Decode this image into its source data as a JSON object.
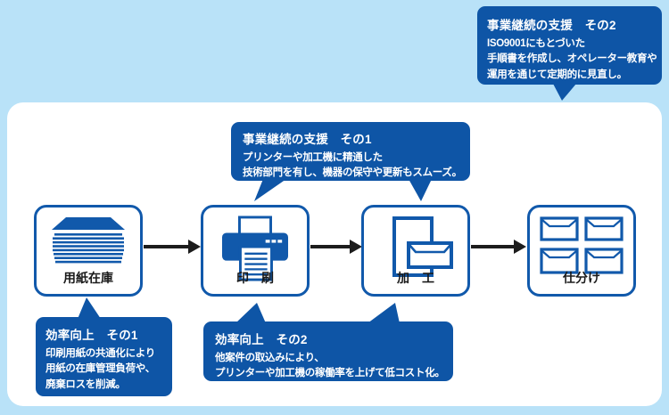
{
  "palette": {
    "bg": "#b9e2f8",
    "panel": "#ffffff",
    "blue": "#0e55a6",
    "icon-blue": "#1159ab",
    "arrow": "#1c1c1c",
    "text-dark": "#1a1a1a",
    "text-light": "#ffffff"
  },
  "callouts": {
    "continuity2": {
      "title": "事業継続の支援　その2",
      "lines": [
        "ISO9001にもとづいた",
        "手順書を作成し、オペレーター教育や",
        "運用を通じて定期的に見直し。"
      ]
    },
    "continuity1": {
      "title": "事業継続の支援　その1",
      "lines": [
        "プリンターや加工機に精通した",
        "技術部門を有し、機器の保守や更新もスムーズ。"
      ]
    },
    "efficiency1": {
      "title": "効率向上　その1",
      "lines": [
        "印刷用紙の共通化により",
        "用紙の在庫管理負荷や、",
        "廃棄ロスを削減。"
      ]
    },
    "efficiency2": {
      "title": "効率向上　その2",
      "lines": [
        "他案件の取込みにより、",
        "プリンターや加工機の稼働率を上げて低コスト化。"
      ]
    }
  },
  "flow": {
    "steps": [
      {
        "label": "用紙在庫",
        "icon": "paper-stack-icon"
      },
      {
        "label": "印　刷",
        "icon": "printer-icon"
      },
      {
        "label": "加　工",
        "icon": "processing-icon"
      },
      {
        "label": "仕分け",
        "icon": "sorting-icon"
      }
    ]
  }
}
